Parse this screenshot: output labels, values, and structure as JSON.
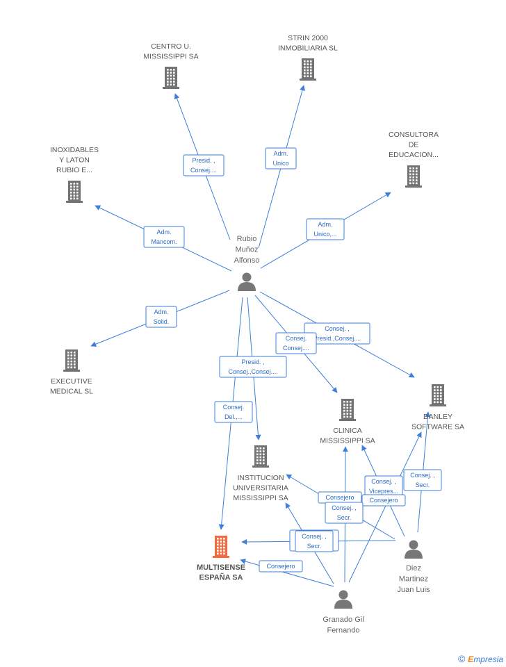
{
  "colors": {
    "company": "#737373",
    "focus": "#f26a3d",
    "person": "#777777",
    "edge": "#3d7fd9",
    "edgeText": "#2a6bc4"
  },
  "nodes": [
    {
      "id": "centro",
      "kind": "company",
      "lines": [
        "CENTRO U.",
        "MISSISSIPPI SA"
      ],
      "icon": "building-icon"
    },
    {
      "id": "strin",
      "kind": "company",
      "lines": [
        "STRIN 2000",
        "INMOBILIARIA SL"
      ],
      "icon": "building-icon"
    },
    {
      "id": "consultora",
      "kind": "company",
      "lines": [
        "CONSULTORA",
        "DE",
        "EDUCACION..."
      ],
      "icon": "building-icon"
    },
    {
      "id": "inoxidables",
      "kind": "company",
      "lines": [
        "INOXIDABLES",
        "Y LATON",
        "RUBIO E..."
      ],
      "icon": "building-icon"
    },
    {
      "id": "executive",
      "kind": "company",
      "lines": [
        "EXECUTIVE",
        "MEDICAL SL"
      ],
      "icon": "building-icon"
    },
    {
      "id": "danley",
      "kind": "company",
      "lines": [
        "DANLEY",
        "SOFTWARE SA"
      ],
      "icon": "building-icon"
    },
    {
      "id": "clinica",
      "kind": "company",
      "lines": [
        "CLINICA",
        "MISSISSIPPI SA"
      ],
      "icon": "building-icon"
    },
    {
      "id": "institucion",
      "kind": "company",
      "lines": [
        "INSTITUCION",
        "UNIVERSITARIA",
        "MISSISSIPPI SA"
      ],
      "icon": "building-icon"
    },
    {
      "id": "multisense",
      "kind": "focus",
      "lines": [
        "MULTISENSE",
        "ESPAÑA SA"
      ],
      "icon": "building-icon"
    },
    {
      "id": "rubio",
      "kind": "person",
      "lines": [
        "Rubio",
        "Muñoz",
        "Alfonso"
      ],
      "icon": "person-icon"
    },
    {
      "id": "diez",
      "kind": "person",
      "lines": [
        "Diez",
        "Martinez",
        "Juan Luis"
      ],
      "icon": "person-icon"
    },
    {
      "id": "granado",
      "kind": "person",
      "lines": [
        "Granado Gil",
        "Fernando"
      ],
      "icon": "person-icon"
    }
  ],
  "edges": [
    {
      "from": "rubio",
      "to": "centro",
      "label": [
        "Presid. ,",
        "Consej...."
      ]
    },
    {
      "from": "rubio",
      "to": "strin",
      "label": [
        "Adm.",
        "Unico"
      ]
    },
    {
      "from": "rubio",
      "to": "consultora",
      "label": [
        "Adm.",
        "Unico,..."
      ]
    },
    {
      "from": "rubio",
      "to": "inoxidables",
      "label": [
        "Adm.",
        "Mancom."
      ]
    },
    {
      "from": "rubio",
      "to": "executive",
      "label": [
        "Adm.",
        "Solid."
      ]
    },
    {
      "from": "rubio",
      "to": "danley",
      "label": [
        "Consej. ,",
        "Presid.,Consej...."
      ]
    },
    {
      "from": "rubio",
      "to": "clinica",
      "label": [
        "Consej.",
        "Consej...."
      ]
    },
    {
      "from": "rubio",
      "to": "institucion",
      "label": [
        "Presid. ,",
        "Consej.,Consej...."
      ]
    },
    {
      "from": "rubio",
      "to": "multisense",
      "label": [
        "Consej.",
        "Del.,..."
      ]
    },
    {
      "from": "diez",
      "to": "danley",
      "label": [
        "Consej. ,",
        "Secr."
      ]
    },
    {
      "from": "diez",
      "to": "clinica",
      "label": [
        "Consej. ,",
        "Vicepres..."
      ]
    },
    {
      "from": "diez",
      "to": "institucion",
      "label": [
        "Consejero"
      ]
    },
    {
      "from": "diez",
      "to": "multisense",
      "label": [
        "Consej. ,",
        "Secr."
      ]
    },
    {
      "from": "granado",
      "to": "danley",
      "label": [
        "Consejero"
      ]
    },
    {
      "from": "granado",
      "to": "clinica",
      "label": [
        "Consej. ,",
        "Secr."
      ]
    },
    {
      "from": "granado",
      "to": "institucion",
      "label": [
        "Consej. ,",
        "Secr."
      ]
    },
    {
      "from": "granado",
      "to": "multisense",
      "label": [
        "Consejero"
      ]
    }
  ],
  "copyright": {
    "symbol": "©",
    "brand_initial": "E",
    "brand_rest": "mpresia"
  }
}
